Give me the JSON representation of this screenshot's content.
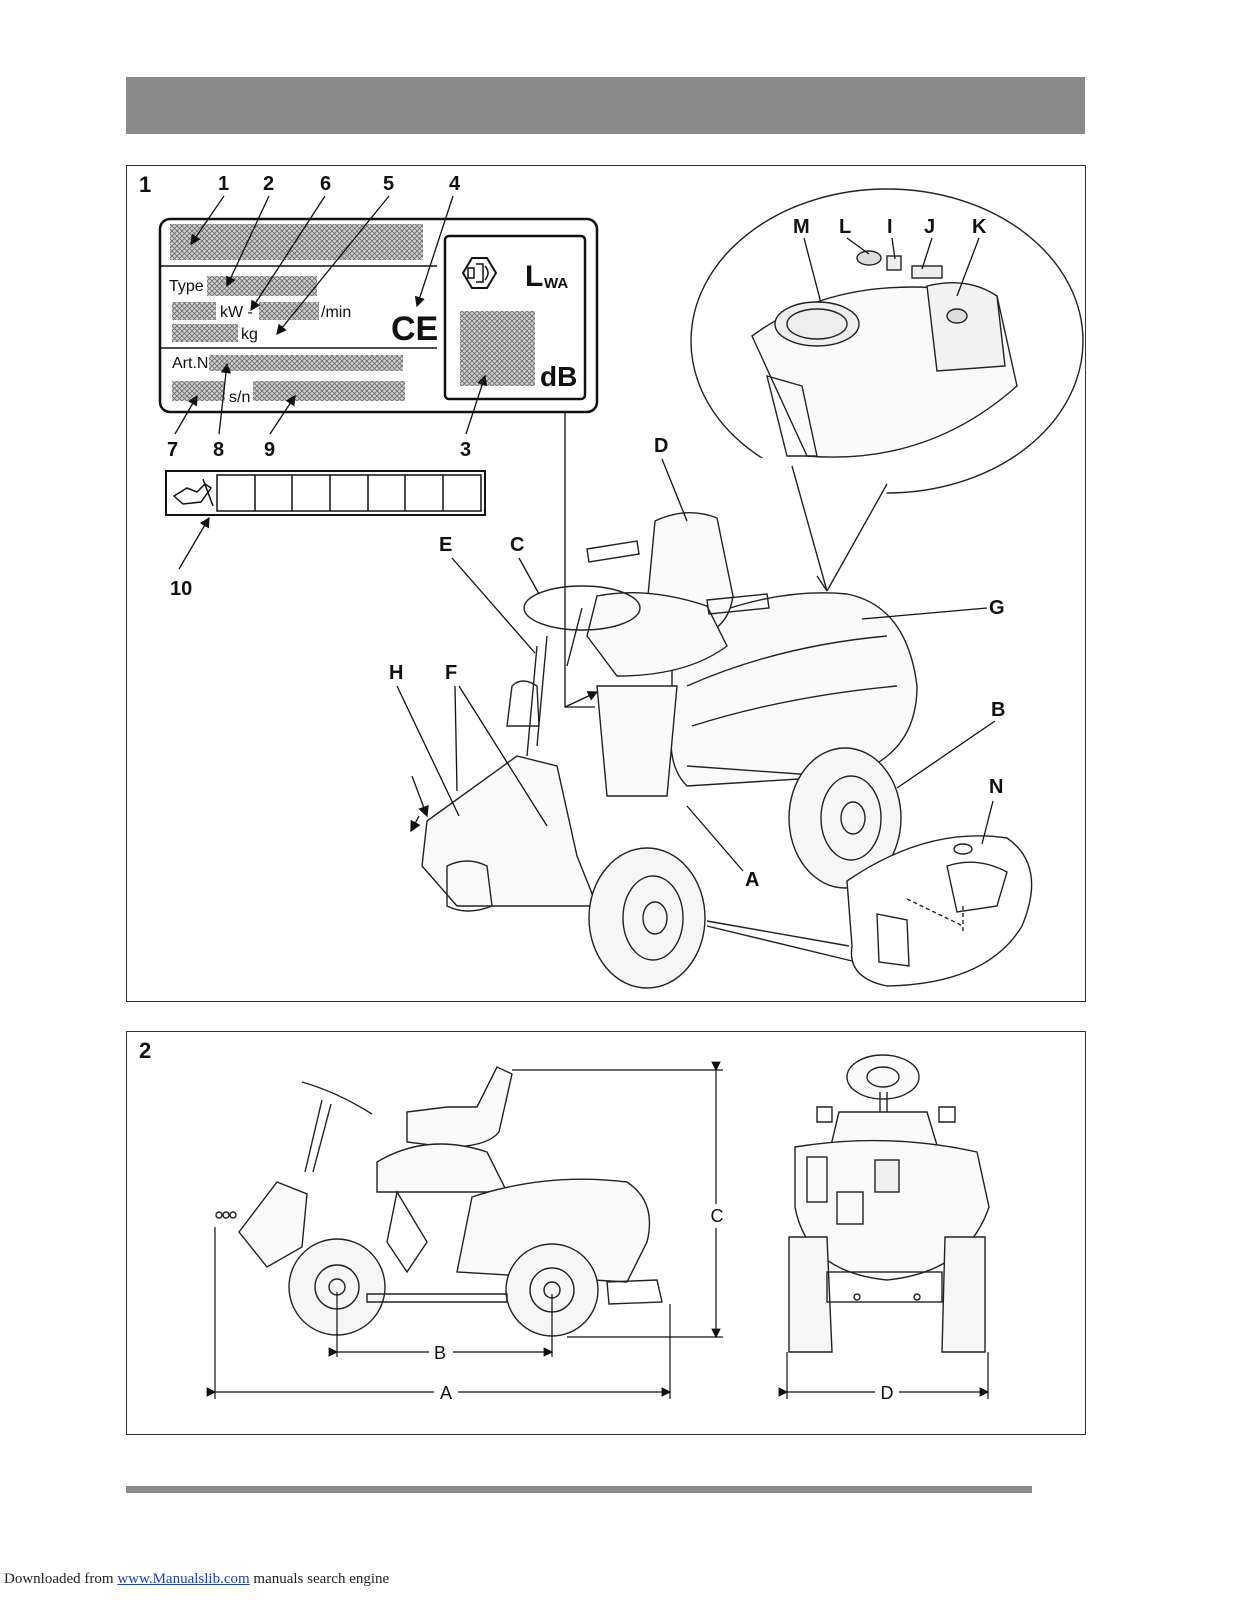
{
  "figure1": {
    "number": "1",
    "plate": {
      "type_label": "Type",
      "kw_label": "kW -",
      "rpm_label": "/min",
      "kg_label": "kg",
      "artn_label": "Art.N.",
      "sn_label": "s/n",
      "lwa_label": "L",
      "lwa_sub": "WA",
      "db_label": "dB",
      "ce_mark": "CE"
    },
    "callouts_numeric": [
      "1",
      "2",
      "6",
      "5",
      "4",
      "7",
      "8",
      "9",
      "3",
      "10"
    ],
    "callouts_letter": {
      "M": "M",
      "L": "L",
      "I": "I",
      "J": "J",
      "K": "K",
      "D": "D",
      "E": "E",
      "C": "C",
      "G": "G",
      "H": "H",
      "F": "F",
      "B": "B",
      "N": "N",
      "A": "A"
    }
  },
  "figure2": {
    "number": "2",
    "dims": {
      "A": "A",
      "B": "B",
      "C": "C",
      "D": "D"
    }
  },
  "footer": {
    "prefix": "Downloaded from ",
    "link": "www.Manualslib.com",
    "suffix": " manuals search engine"
  },
  "colors": {
    "header_bar": "#8a8a8a",
    "link": "#1a3fbf"
  }
}
